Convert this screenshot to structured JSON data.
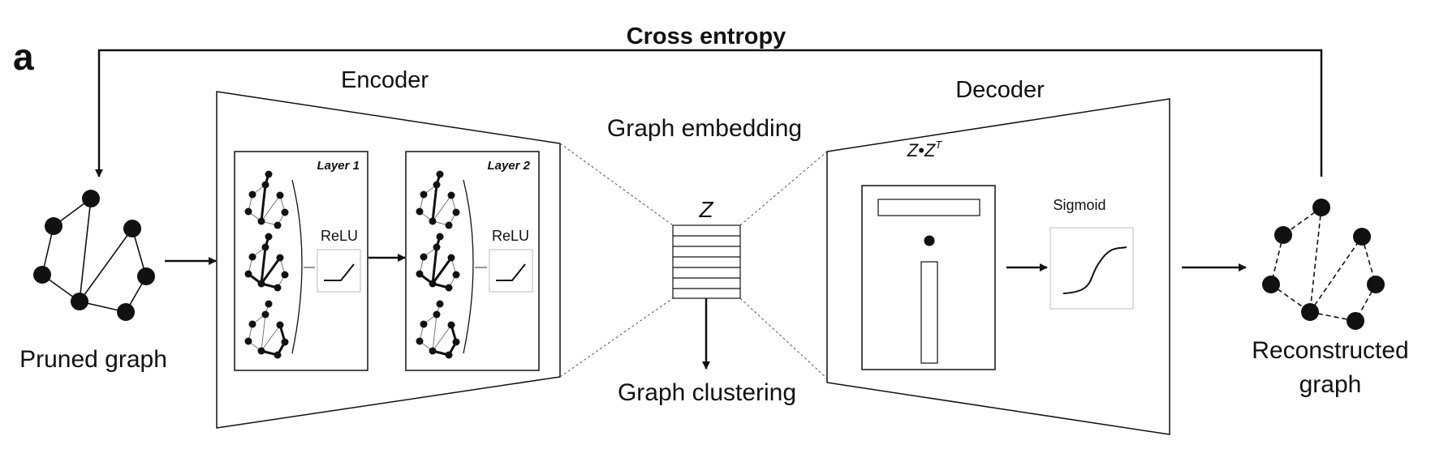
{
  "panel_label": "a",
  "loss_label": "Cross entropy",
  "input": {
    "label": "Pruned graph"
  },
  "encoder": {
    "title": "Encoder",
    "layers": [
      {
        "title": "Layer 1",
        "activation": "ReLU"
      },
      {
        "title": "Layer 2",
        "activation": "ReLU"
      }
    ]
  },
  "embedding": {
    "title": "Graph embedding",
    "symbol": "Z",
    "clustering_label": "Graph clustering"
  },
  "decoder": {
    "title": "Decoder",
    "product_base": "Z•Z",
    "product_sup": "T",
    "activation": "Sigmoid"
  },
  "output": {
    "label_line1": "Reconstructed",
    "label_line2": "graph"
  }
}
